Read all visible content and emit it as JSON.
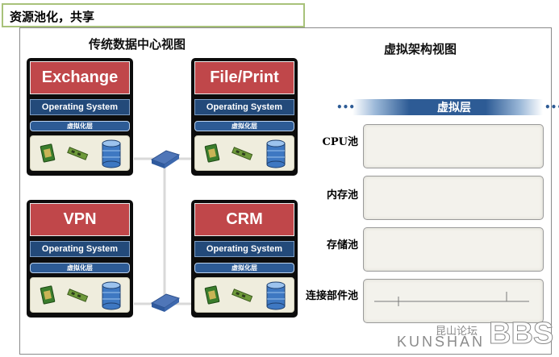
{
  "title": "资源池化，共享",
  "left_section": {
    "title": "传统数据中心视图"
  },
  "right_section": {
    "title": "虚拟架构视图"
  },
  "servers": [
    {
      "app": "Exchange",
      "os": "Operating System",
      "virt": "虚拟化层"
    },
    {
      "app": "File/Print",
      "os": "Operating System",
      "virt": "虚拟化层"
    },
    {
      "app": "VPN",
      "os": "Operating System",
      "virt": "虚拟化层"
    },
    {
      "app": "CRM",
      "os": "Operating System",
      "virt": "虚拟化层"
    }
  ],
  "virtual_layer": {
    "label": "虚拟层",
    "dots": "•••"
  },
  "pools": [
    {
      "label": "CPU池"
    },
    {
      "label": "内存池"
    },
    {
      "label": "存储池"
    },
    {
      "label": "连接部件池"
    }
  ],
  "watermark": {
    "cn": "昆山论坛",
    "en": "KUNSHAN",
    "bbs": "BBS"
  },
  "colors": {
    "app_red": "#c0474a",
    "os_blue": "#234a7a",
    "virt_bar": "#2d5b95",
    "title_border": "#a8c27a"
  }
}
